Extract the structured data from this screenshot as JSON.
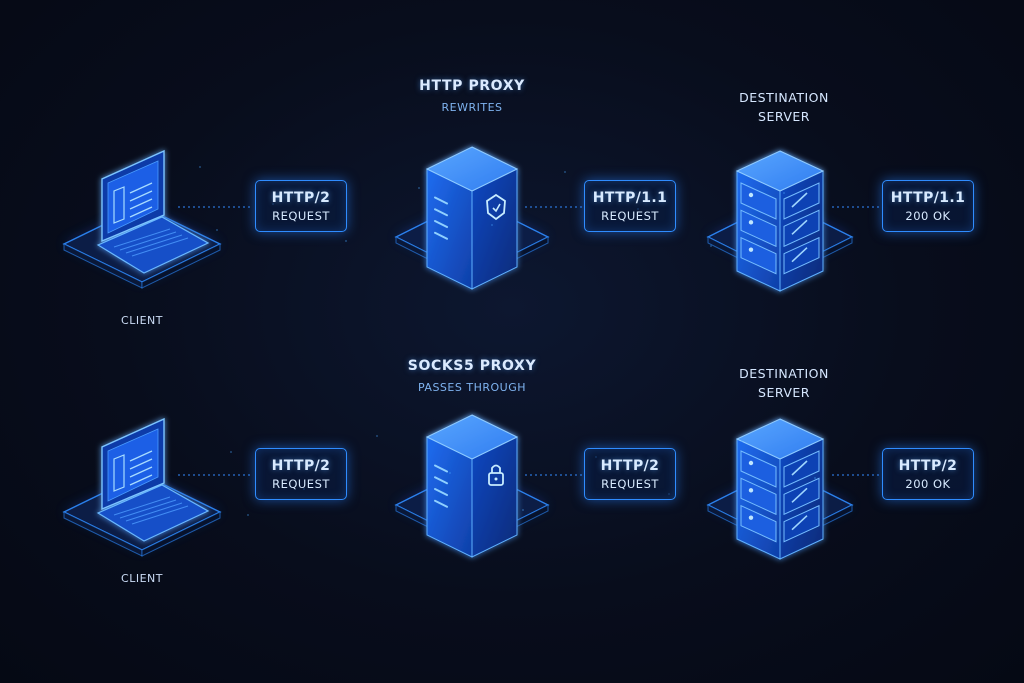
{
  "rows": [
    {
      "client_label": "CLIENT",
      "request_box": {
        "protocol": "HTTP/2",
        "text": "REQUEST"
      },
      "proxy": {
        "title": "HTTP PROXY",
        "subtitle": "REWRITES",
        "icon": "shield-icon"
      },
      "forward_box": {
        "protocol": "HTTP/1.1",
        "text": "REQUEST"
      },
      "server_label": [
        "DESTINATION",
        "SERVER"
      ],
      "response_box": {
        "protocol": "HTTP/1.1",
        "text": "200 OK"
      }
    },
    {
      "client_label": "CLIENT",
      "request_box": {
        "protocol": "HTTP/2",
        "text": "REQUEST"
      },
      "proxy": {
        "title": "SOCKS5 PROXY",
        "subtitle": "PASSES THROUGH",
        "icon": "lock-icon"
      },
      "forward_box": {
        "protocol": "HTTP/2",
        "text": "REQUEST"
      },
      "server_label": [
        "DESTINATION",
        "SERVER"
      ],
      "response_box": {
        "protocol": "HTTP/2",
        "text": "200 OK"
      }
    }
  ],
  "colors": {
    "accent": "#2f8cff",
    "glow": "#4aa8ff",
    "background": "#080d1c",
    "node_fill": "#1457d6"
  }
}
